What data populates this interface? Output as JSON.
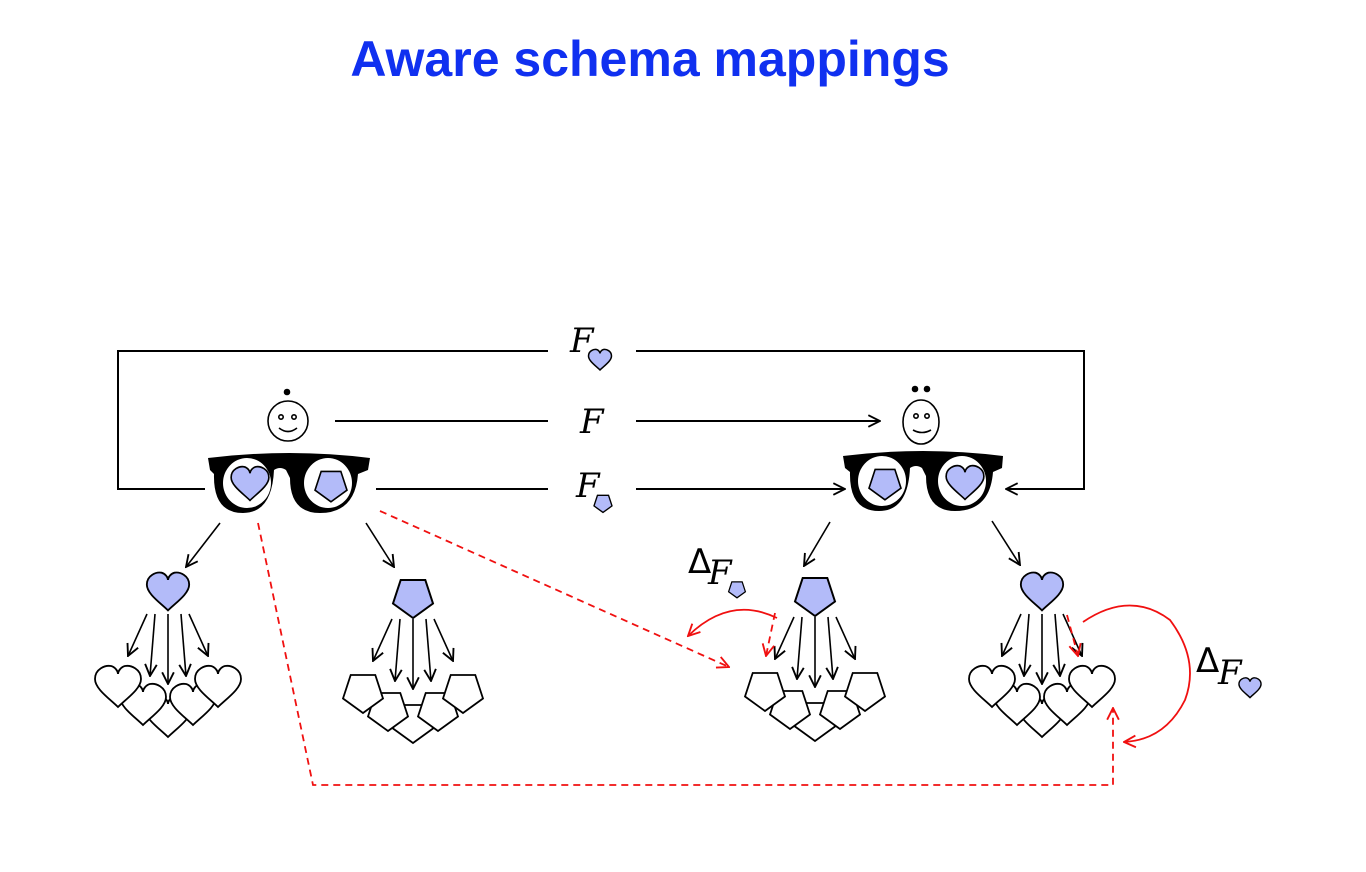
{
  "title": "Aware schema mappings",
  "labels": {
    "f_heart": "F",
    "f": "F",
    "f_pentagon": "F",
    "delta_pentagon": "Δ",
    "delta_pentagon_sub": "F",
    "delta_heart": "Δ",
    "delta_heart_sub": "F"
  },
  "colors": {
    "title": "#1030f0",
    "fill": "#b3bbf9",
    "red": "#f01010"
  }
}
